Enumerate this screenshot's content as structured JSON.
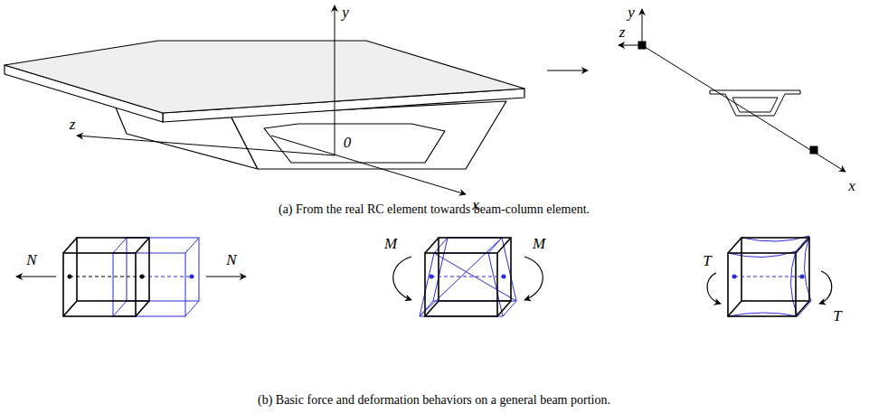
{
  "diagram": {
    "labels": [
      "y",
      "z",
      "0",
      "x",
      "y",
      "z",
      "x",
      "(a) From the real RC element towards beam-column element.",
      "N",
      "N",
      "M",
      "M",
      "T",
      "T",
      "(b) Basic force and deformation behaviors on a general beam portion."
    ]
  }
}
